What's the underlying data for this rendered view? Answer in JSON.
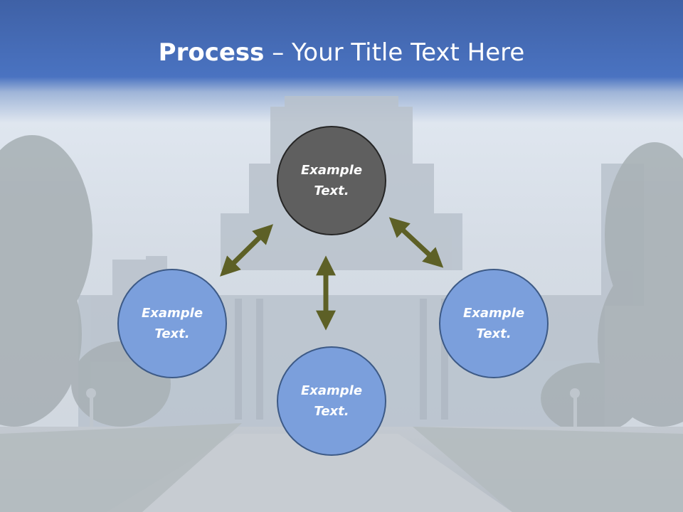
{
  "title": {
    "bold": "Process",
    "separator": " – ",
    "rest": "Your Title Text Here"
  },
  "nodes": [
    {
      "id": "top",
      "line1": "Example",
      "line2": "Text."
    },
    {
      "id": "left",
      "line1": "Example",
      "line2": "Text."
    },
    {
      "id": "bottom",
      "line1": "Example",
      "line2": "Text."
    },
    {
      "id": "right",
      "line1": "Example",
      "line2": "Text."
    }
  ],
  "colors": {
    "top_node": "#5f5f5f",
    "side_nodes": "#7b9fdc",
    "arrows": "#5d6026",
    "header": "#4a72bd"
  }
}
